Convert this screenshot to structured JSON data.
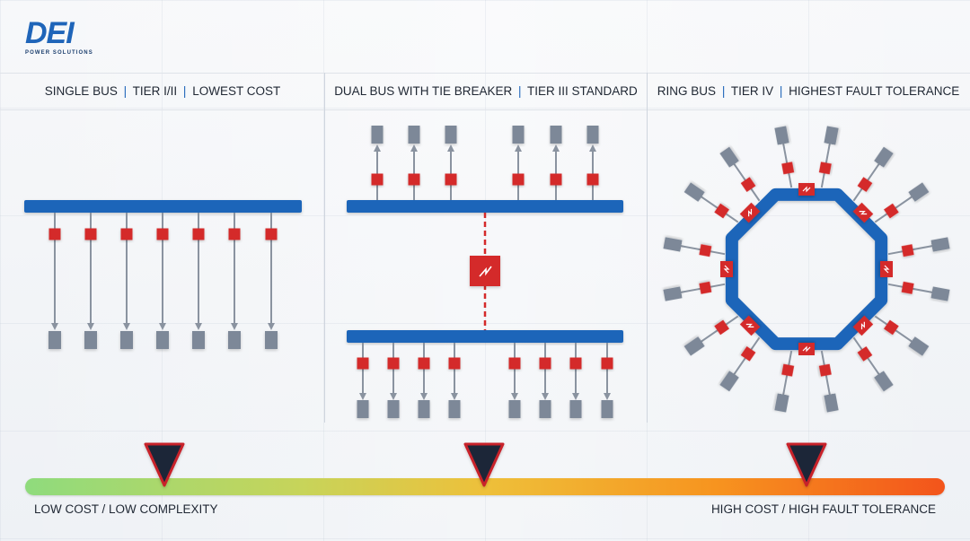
{
  "logo": {
    "name": "DEI",
    "tagline": "POWER SOLUTIONS"
  },
  "columns": [
    {
      "parts": [
        "SINGLE BUS",
        "TIER I/II",
        "LOWEST COST"
      ]
    },
    {
      "parts": [
        "DUAL BUS WITH TIE BREAKER",
        "TIER III STANDARD"
      ]
    },
    {
      "parts": [
        "RING BUS",
        "TIER IV",
        "HIGHEST FAULT TOLERANCE"
      ]
    }
  ],
  "scale": {
    "left_label": "LOW COST / LOW COMPLEXITY",
    "right_label": "HIGH COST / HIGH FAULT TOLERANCE",
    "markers": 3
  },
  "colors": {
    "bus": "#1f65b9",
    "breaker": "#d42a2a",
    "load": "#7d8898",
    "wire": "#8a93a0",
    "marker": "#1e2838",
    "marker_border": "#c8202a",
    "separator": "#1f65b9"
  },
  "icons": [
    "breaker-icon",
    "load-icon",
    "arrow-icon",
    "tie-breaker-icon",
    "down-triangle-icon"
  ]
}
